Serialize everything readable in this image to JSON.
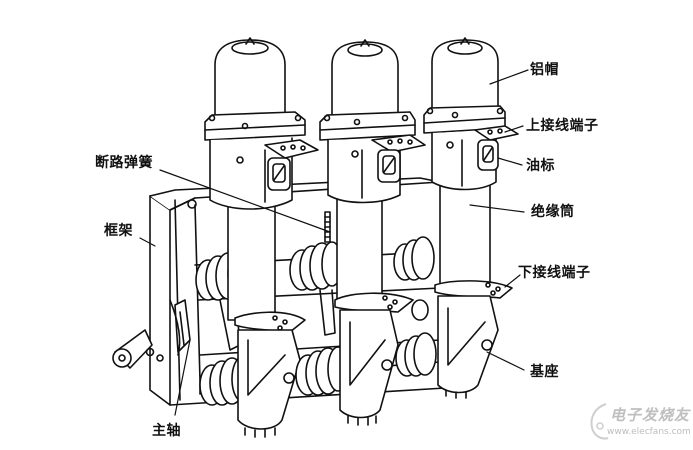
{
  "figure": {
    "subject": "vacuum-circuit-breaker-three-pole",
    "line_color": "#111111",
    "background": "#ffffff"
  },
  "labels": {
    "aluminum_cap": "铝帽",
    "upper_terminal": "上接线端子",
    "oil_gauge": "油标",
    "insulating_cylinder": "绝缘筒",
    "lower_terminal": "下接线端子",
    "base": "基座",
    "opening_spring": "断路弹簧",
    "frame": "框架",
    "main_shaft": "主轴"
  },
  "watermark": {
    "title": "电子发烧友",
    "url": "www.elecfans.com",
    "color": "#bfbfbf"
  }
}
